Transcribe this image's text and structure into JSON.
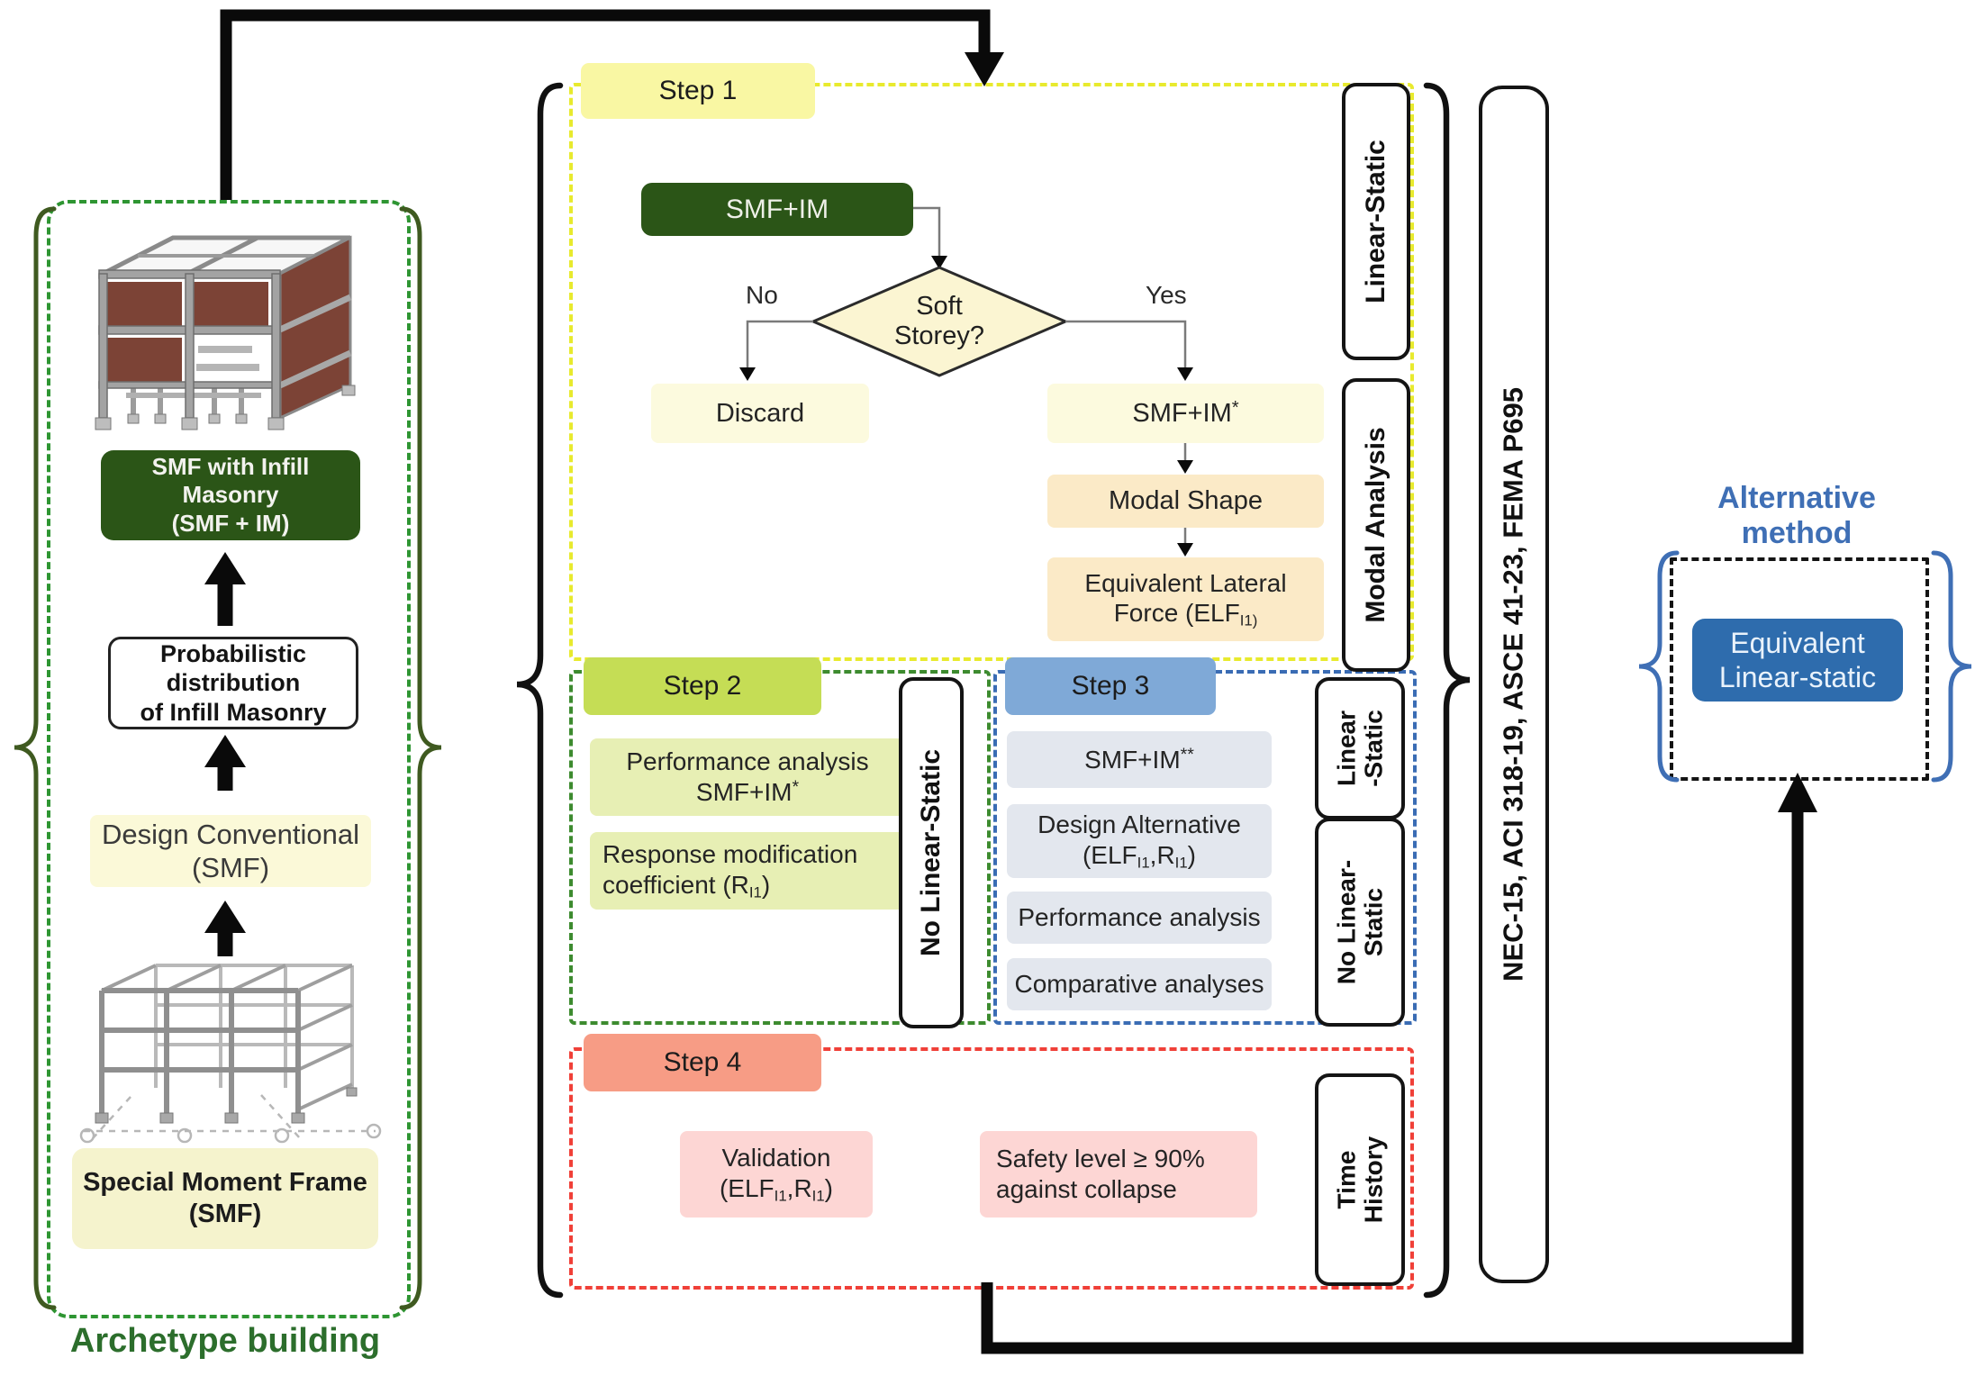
{
  "colors": {
    "archetype_border": "#2e9532",
    "archetype_brace": "#3f5a20",
    "dark_green_box": "#2b5517",
    "step1_accent": "#e8ea2e",
    "step1_tab_bg": "#f9f7a3",
    "step2_accent": "#3d8b2f",
    "step2_tab_bg": "#c5dd55",
    "step3_accent": "#3a6cb4",
    "step3_tab_bg": "#7fa9d7",
    "step4_accent": "#f04038",
    "step4_tab_bg": "#f79c85",
    "pale_yellow_box": "#fcfade",
    "tan_box": "#fbeac7",
    "green_item_box": "#e7efb4",
    "blue_item_box": "#e3e7ee",
    "pink_item_box": "#fdd6d4",
    "alternative_accent": "#3f6fb5",
    "blue_solid_box": "#2e6cad"
  },
  "icons": {
    "flow_arrow_down": "▼",
    "flow_arrow_up": "▲"
  },
  "archetype": {
    "caption": "Archetype building",
    "smf_im_box": {
      "line1": "SMF with Infill Masonry",
      "line2": "(SMF + IM)"
    },
    "probabilistic_box": {
      "line1": "Probabilistic distribution",
      "line2": "of Infill Masonry"
    },
    "design_box": {
      "line1": "Design Conventional",
      "line2": "(SMF)"
    },
    "smf_box": {
      "line1": "Special Moment Frame",
      "line2": "(SMF)"
    }
  },
  "steps": {
    "step1": {
      "tab": "Step 1",
      "smf_im": "SMF+IM",
      "decision": {
        "line1": "Soft",
        "line2": "Storey?"
      },
      "no_label": "No",
      "yes_label": "Yes",
      "discard": "Discard",
      "smf_im_star": {
        "base": "SMF+IM",
        "sup": "*"
      },
      "modal_shape": "Modal Shape",
      "elf": {
        "line1": "Equivalent Lateral",
        "line2_pre": "Force (ELF",
        "line2_sub": "I1)"
      },
      "label_linear_static": "Linear-Static",
      "label_modal_analysis": "Modal Analysis"
    },
    "step2": {
      "tab": "Step 2",
      "performance": {
        "line1": "Performance analysis",
        "line2_base": "SMF+IM",
        "line2_sup": "*"
      },
      "response": {
        "line1": "Response modification",
        "line2_pre": "coefficient (R",
        "line2_sub": "I1",
        "line2_post": ")"
      },
      "label_no_linear_static": "No Linear-Static"
    },
    "step3": {
      "tab": "Step 3",
      "smf_im_2star": {
        "base": "SMF+IM",
        "sup": "**"
      },
      "design_alternative": {
        "line1": "Design Alternative",
        "line2_pre": "(ELF",
        "sub1": "I1",
        "mid": ",R",
        "sub2": "I1",
        "post": ")"
      },
      "performance": "Performance analysis",
      "comparative": "Comparative analyses",
      "label_linear_static": {
        "line1": "Linear",
        "line2": "-Static"
      },
      "label_no_linear_static": {
        "line1": "No Linear-",
        "line2": "Static"
      }
    },
    "step4": {
      "tab": "Step 4",
      "validation": {
        "line1": "Validation",
        "line2_pre": "(ELF",
        "sub1": "I1",
        "mid": ",R",
        "sub2": "I1",
        "post": ")"
      },
      "safety": {
        "line1": "Safety level ≥ 90%",
        "line2": "against collapse"
      },
      "label_time_history": {
        "line1": "Time",
        "line2": "History"
      }
    }
  },
  "codes_bar": "NEC-15, ACI 318-19, ASCE 41-23, FEMA P695",
  "alternative": {
    "title_line1": "Alternative",
    "title_line2": "method",
    "box_line1": "Equivalent",
    "box_line2": "Linear-static"
  }
}
